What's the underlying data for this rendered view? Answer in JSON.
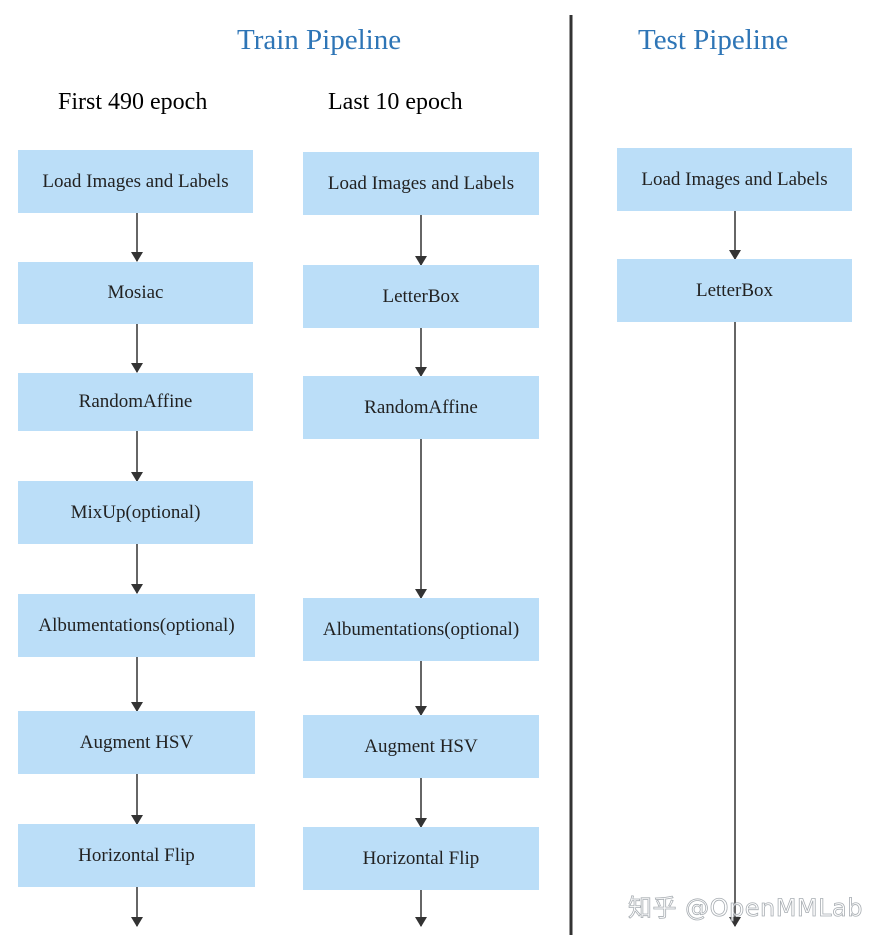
{
  "train_title": "Train Pipeline",
  "test_title": "Test Pipeline",
  "columns": {
    "first": {
      "heading": "First 490 epoch",
      "steps": [
        "Load Images and Labels",
        "Mosiac",
        "RandomAffine",
        "MixUp(optional)",
        "Albumentations(optional)",
        "Augment HSV",
        "Horizontal Flip"
      ]
    },
    "last": {
      "heading": "Last 10 epoch",
      "steps": [
        "Load Images and Labels",
        "LetterBox",
        "RandomAffine",
        "Albumentations(optional)",
        "Augment HSV",
        "Horizontal Flip"
      ]
    },
    "test": {
      "steps": [
        "Load Images and Labels",
        "LetterBox"
      ]
    }
  },
  "colors": {
    "box_fill": "#bbdef8",
    "title": "#2e75b6",
    "arrow": "#333333",
    "divider": "#333333"
  },
  "watermark": "知乎 @OpenMMLab"
}
